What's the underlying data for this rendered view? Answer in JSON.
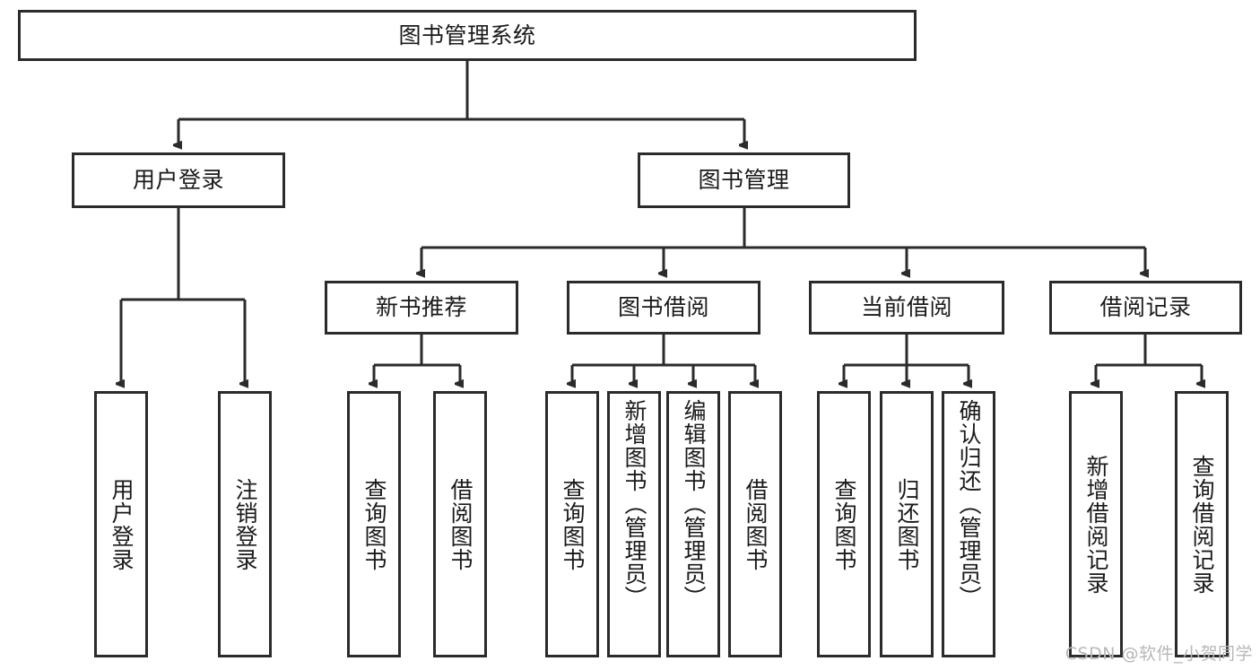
{
  "diagram": {
    "type": "tree",
    "title": "图书管理系统",
    "watermark": "CSDN @软件_小贺同学",
    "root": {
      "id": "root",
      "label": "图书管理系统",
      "orientation": "horizontal"
    },
    "level2": [
      {
        "id": "user-login",
        "label": "用户登录",
        "orientation": "horizontal"
      },
      {
        "id": "book-management",
        "label": "图书管理",
        "orientation": "horizontal"
      }
    ],
    "level3": [
      {
        "id": "new-book-recommend",
        "label": "新书推荐",
        "orientation": "horizontal",
        "parent": "book-management"
      },
      {
        "id": "book-borrow",
        "label": "图书借阅",
        "orientation": "horizontal",
        "parent": "book-management"
      },
      {
        "id": "current-borrow",
        "label": "当前借阅",
        "orientation": "horizontal",
        "parent": "book-management"
      },
      {
        "id": "borrow-record",
        "label": "借阅记录",
        "orientation": "horizontal",
        "parent": "book-management"
      }
    ],
    "leaves": [
      {
        "id": "leaf-user-login",
        "label": "用户登录",
        "orientation": "vertical",
        "parent": "user-login"
      },
      {
        "id": "leaf-user-logout",
        "label": "注销登录",
        "orientation": "vertical",
        "parent": "user-login"
      },
      {
        "id": "leaf-query-book-1",
        "label": "查询图书",
        "orientation": "vertical",
        "parent": "new-book-recommend"
      },
      {
        "id": "leaf-borrow-book-1",
        "label": "借阅图书",
        "orientation": "vertical",
        "parent": "new-book-recommend"
      },
      {
        "id": "leaf-query-book-2",
        "label": "查询图书",
        "orientation": "vertical",
        "parent": "book-borrow"
      },
      {
        "id": "leaf-add-book",
        "label": "新增图书（管理员）",
        "orientation": "vertical",
        "parent": "book-borrow"
      },
      {
        "id": "leaf-edit-book",
        "label": "编辑图书（管理员）",
        "orientation": "vertical",
        "parent": "book-borrow"
      },
      {
        "id": "leaf-borrow-book-2",
        "label": "借阅图书",
        "orientation": "vertical",
        "parent": "book-borrow"
      },
      {
        "id": "leaf-query-book-3",
        "label": "查询图书",
        "orientation": "vertical",
        "parent": "current-borrow"
      },
      {
        "id": "leaf-return-book",
        "label": "归还图书",
        "orientation": "vertical",
        "parent": "current-borrow"
      },
      {
        "id": "leaf-confirm-return",
        "label": "确认归还（管理员）",
        "orientation": "vertical",
        "parent": "current-borrow"
      },
      {
        "id": "leaf-add-record",
        "label": "新增借阅记录",
        "orientation": "vertical",
        "parent": "borrow-record"
      },
      {
        "id": "leaf-query-record",
        "label": "查询借阅记录",
        "orientation": "vertical",
        "parent": "borrow-record"
      }
    ],
    "colors": {
      "stroke": "#2b2b2b",
      "fill": "#ffffff",
      "text": "#1a1a1a",
      "watermark": "#b8b8b8"
    }
  }
}
